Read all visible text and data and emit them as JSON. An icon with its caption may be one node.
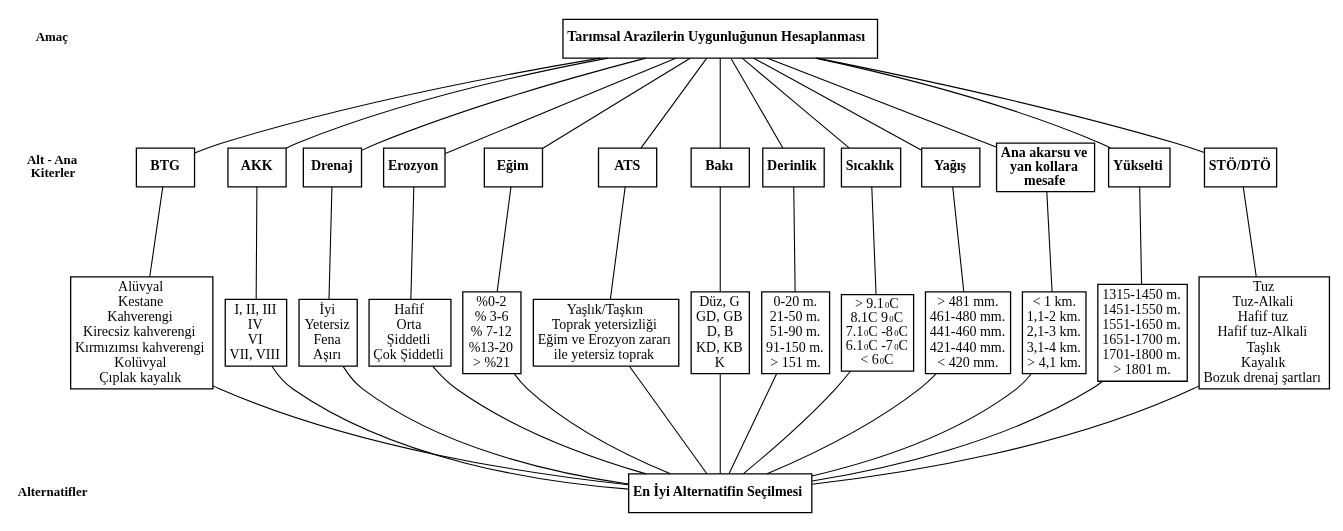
{
  "diagram": {
    "nodes": [
      {
        "text": [
          "Tarımsal Arazilerin Uygunluğunun Hesaplanması"
        ]
      },
      {
        "text": [
          "BTG"
        ]
      },
      {
        "text": [
          "AKK"
        ]
      },
      {
        "text": [
          "Drenaj"
        ]
      },
      {
        "text": [
          "Erozyon"
        ]
      },
      {
        "text": [
          "Eğim"
        ]
      },
      {
        "text": [
          "ATS"
        ]
      },
      {
        "text": [
          "Bakı"
        ]
      },
      {
        "text": [
          "Derinlik"
        ]
      },
      {
        "text": [
          "Sıcaklık"
        ]
      },
      {
        "text": [
          "Yağış"
        ]
      },
      {
        "text": [
          "Ana akarsu ve yan kollara mesafe"
        ]
      },
      {
        "text": [
          "Yükselti"
        ]
      },
      {
        "text": [
          "STÖ/DTÖ"
        ]
      },
      {
        "text": [
          "Alüvyal",
          "Kestane",
          "Kahverengi",
          "Kirecsiz kahverengi",
          "Kırmızımsı kahverengi",
          "Kolüvyal",
          "Çıplak kayalık"
        ]
      },
      {
        "text": [
          "I, II, III",
          "IV",
          "VI",
          "VII, VIII"
        ]
      },
      {
        "text": [
          "İyi",
          "Yetersiz",
          "Fena",
          "Aşırı"
        ]
      },
      {
        "text": [
          "Hafif",
          "Orta",
          "Şiddetli",
          "Çok Şiddetli"
        ]
      },
      {
        "text": [
          "%0-2",
          "% 3-6",
          "% 7-12",
          "%13-20",
          "> %21"
        ]
      },
      {
        "text": [
          "Yaşlık/Taşkın",
          "Toprak yetersizliği",
          "Eğim ve Erozyon zararı ile yetersiz toprak"
        ]
      },
      {
        "text": [
          "Düz, G",
          "GD, GB",
          "D, B",
          "KD, KB",
          "K"
        ]
      },
      {
        "text": [
          "0-20 m.",
          "21-50 m.",
          "51-90 m.",
          "91-150 m.",
          "> 151 m."
        ]
      },
      {
        "text": [
          "> 9.1$^{0}$C",
          "8.1C 9$^{0}$C",
          "7.1$^{0}$C -8$^{0}$C",
          "6.1$^{0}$C -7$^{0}$C",
          "< 6$^{0}$C"
        ]
      },
      {
        "text": [
          "> 481 mm.",
          "461-480 mm.",
          "441-460 mm.",
          "421-440 mm.",
          "< 420 mm."
        ]
      },
      {
        "text": [
          "< 1 km.",
          "1,1-2 km.",
          "2,1-3 km.",
          "3,1-4 km.",
          "> 4,1 km."
        ]
      },
      {
        "text": [
          "1315-1450 m.",
          "1451-1550 m.",
          "1551-1650 m.",
          "1651-1700 m.",
          "1701-1800 m.",
          "> 1801 m."
        ]
      },
      {
        "text": [
          "Tuz",
          "Tuz-Alkali",
          "Hafif tuz",
          "Hafif tuz-Alkali",
          "Taşlık",
          "Kayalık",
          "Bozuk drenaj şartları"
        ]
      },
      {
        "text": [
          "En İyi Alternatifin Seçilmesi"
        ]
      }
    ],
    "edges": [
      {
        "from": 0,
        "to": 1,
        "arrow": "none"
      },
      {
        "from": 0,
        "to": 2,
        "arrow": "none"
      },
      {
        "from": 0,
        "to": 3,
        "arrow": "none"
      },
      {
        "from": 0,
        "to": 4,
        "arrow": "none"
      },
      {
        "from": 0,
        "to": 5,
        "arrow": "none"
      },
      {
        "from": 0,
        "to": 6,
        "arrow": "none"
      },
      {
        "from": 0,
        "to": 7,
        "arrow": "none"
      },
      {
        "from": 0,
        "to": 8,
        "arrow": "none"
      },
      {
        "from": 0,
        "to": 9,
        "arrow": "none"
      },
      {
        "from": 0,
        "to": 10,
        "arrow": "none"
      },
      {
        "from": 0,
        "to": 11,
        "arrow": "none"
      },
      {
        "from": 0,
        "to": 12,
        "arrow": "none"
      },
      {
        "from": 0,
        "to": 13,
        "arrow": "none"
      },
      {
        "from": 1,
        "to": 14,
        "arrow": "none"
      },
      {
        "from": 2,
        "to": 15,
        "arrow": "none"
      },
      {
        "from": 3,
        "to": 16,
        "arrow": "none"
      },
      {
        "from": 4,
        "to": 17,
        "arrow": "none"
      },
      {
        "from": 5,
        "to": 18,
        "arrow": "none"
      },
      {
        "from": 6,
        "to": 19,
        "arrow": "none"
      },
      {
        "from": 7,
        "to": 20,
        "arrow": "none"
      },
      {
        "from": 8,
        "to": 21,
        "arrow": "none"
      },
      {
        "from": 9,
        "to": 22,
        "arrow": "none"
      },
      {
        "from": 10,
        "to": 23,
        "arrow": "none"
      },
      {
        "from": 11,
        "to": 24,
        "arrow": "none"
      },
      {
        "from": 12,
        "to": 25,
        "arrow": "none"
      },
      {
        "from": 13,
        "to": 26,
        "arrow": "none"
      },
      {
        "from": 14,
        "to": 27,
        "arrow": "none"
      },
      {
        "from": 15,
        "to": 27,
        "arrow": "none"
      },
      {
        "from": 16,
        "to": 27,
        "arrow": "none"
      },
      {
        "from": 17,
        "to": 27,
        "arrow": "none"
      },
      {
        "from": 18,
        "to": 27,
        "arrow": "none"
      },
      {
        "from": 19,
        "to": 27,
        "arrow": "none"
      },
      {
        "from": 20,
        "to": 27,
        "arrow": "none"
      },
      {
        "from": 21,
        "to": 27,
        "arrow": "none"
      },
      {
        "from": 22,
        "to": 27,
        "arrow": "none"
      },
      {
        "from": 23,
        "to": 27,
        "arrow": "none"
      },
      {
        "from": 24,
        "to": 27,
        "arrow": "none"
      },
      {
        "from": 25,
        "to": 27,
        "arrow": "none"
      },
      {
        "from": 26,
        "to": 27,
        "arrow": "none"
      }
    ],
    "labels": [
      "Amaç",
      "Alt - Ana Kiterler",
      "Alternatifler"
    ]
  }
}
